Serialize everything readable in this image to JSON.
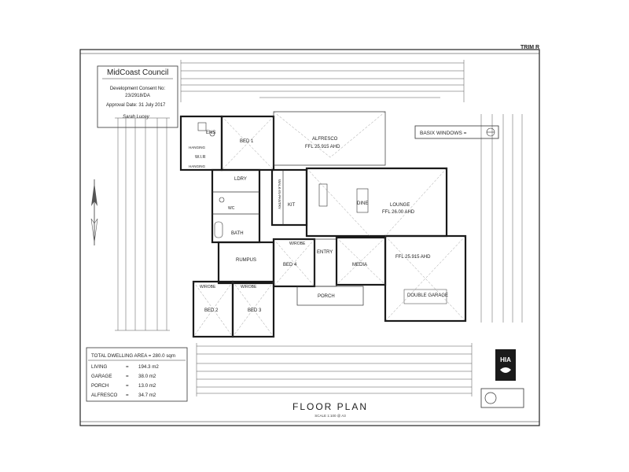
{
  "sheet": {
    "corner_text": "TRIM R"
  },
  "stamp": {
    "logo": "MidCoast Council",
    "lines": [
      "Development Consent No:",
      "23/2918/DA",
      "Approval Date: 31 July 2017"
    ],
    "signature": "Sarah Lucey"
  },
  "basix": {
    "label": "BASIX WINDOWS ="
  },
  "rooms": {
    "ens": "ENS",
    "bed1": "BED 1",
    "wir": "W.I.R",
    "hanging": "HANGING",
    "alfresco": "ALFRESCO",
    "alfresco_ffl": "FFL 25.915 AHD",
    "ldry": "LDRY",
    "wc": "WC",
    "bath": "BATH",
    "walk_in_pantry": "WALK-IN-PANTRY",
    "kit": "KIT",
    "dine": "DINE",
    "lounge": "LOUNGE",
    "lounge_ffl": "FFL 26.00 AHD",
    "wrobe": "W/ROBE",
    "bed4": "BED 4",
    "entry": "ENTRY",
    "rumpus": "RUMPUS",
    "media": "MEDIA",
    "garage_ffl": "FFL 25.915 AHD",
    "double_garage": "DOUBLE GARAGE",
    "bed2": "BED 2",
    "bed3": "BED 3",
    "porch": "PORCH"
  },
  "areas": {
    "total": "TOTAL DWELLING AREA = 280.0 sqm",
    "rows": [
      {
        "label": "LIVING",
        "eq": "=",
        "value": "194.3 m2"
      },
      {
        "label": "GARAGE",
        "eq": "=",
        "value": "38.0 m2"
      },
      {
        "label": "PORCH",
        "eq": "=",
        "value": "13.0 m2"
      },
      {
        "label": "ALFRESCO",
        "eq": "=",
        "value": "34.7 m2"
      }
    ]
  },
  "title": {
    "text": "FLOOR PLAN",
    "scale": "SCALE 1:100 @ A3"
  },
  "hia": {
    "text": "HIA"
  }
}
